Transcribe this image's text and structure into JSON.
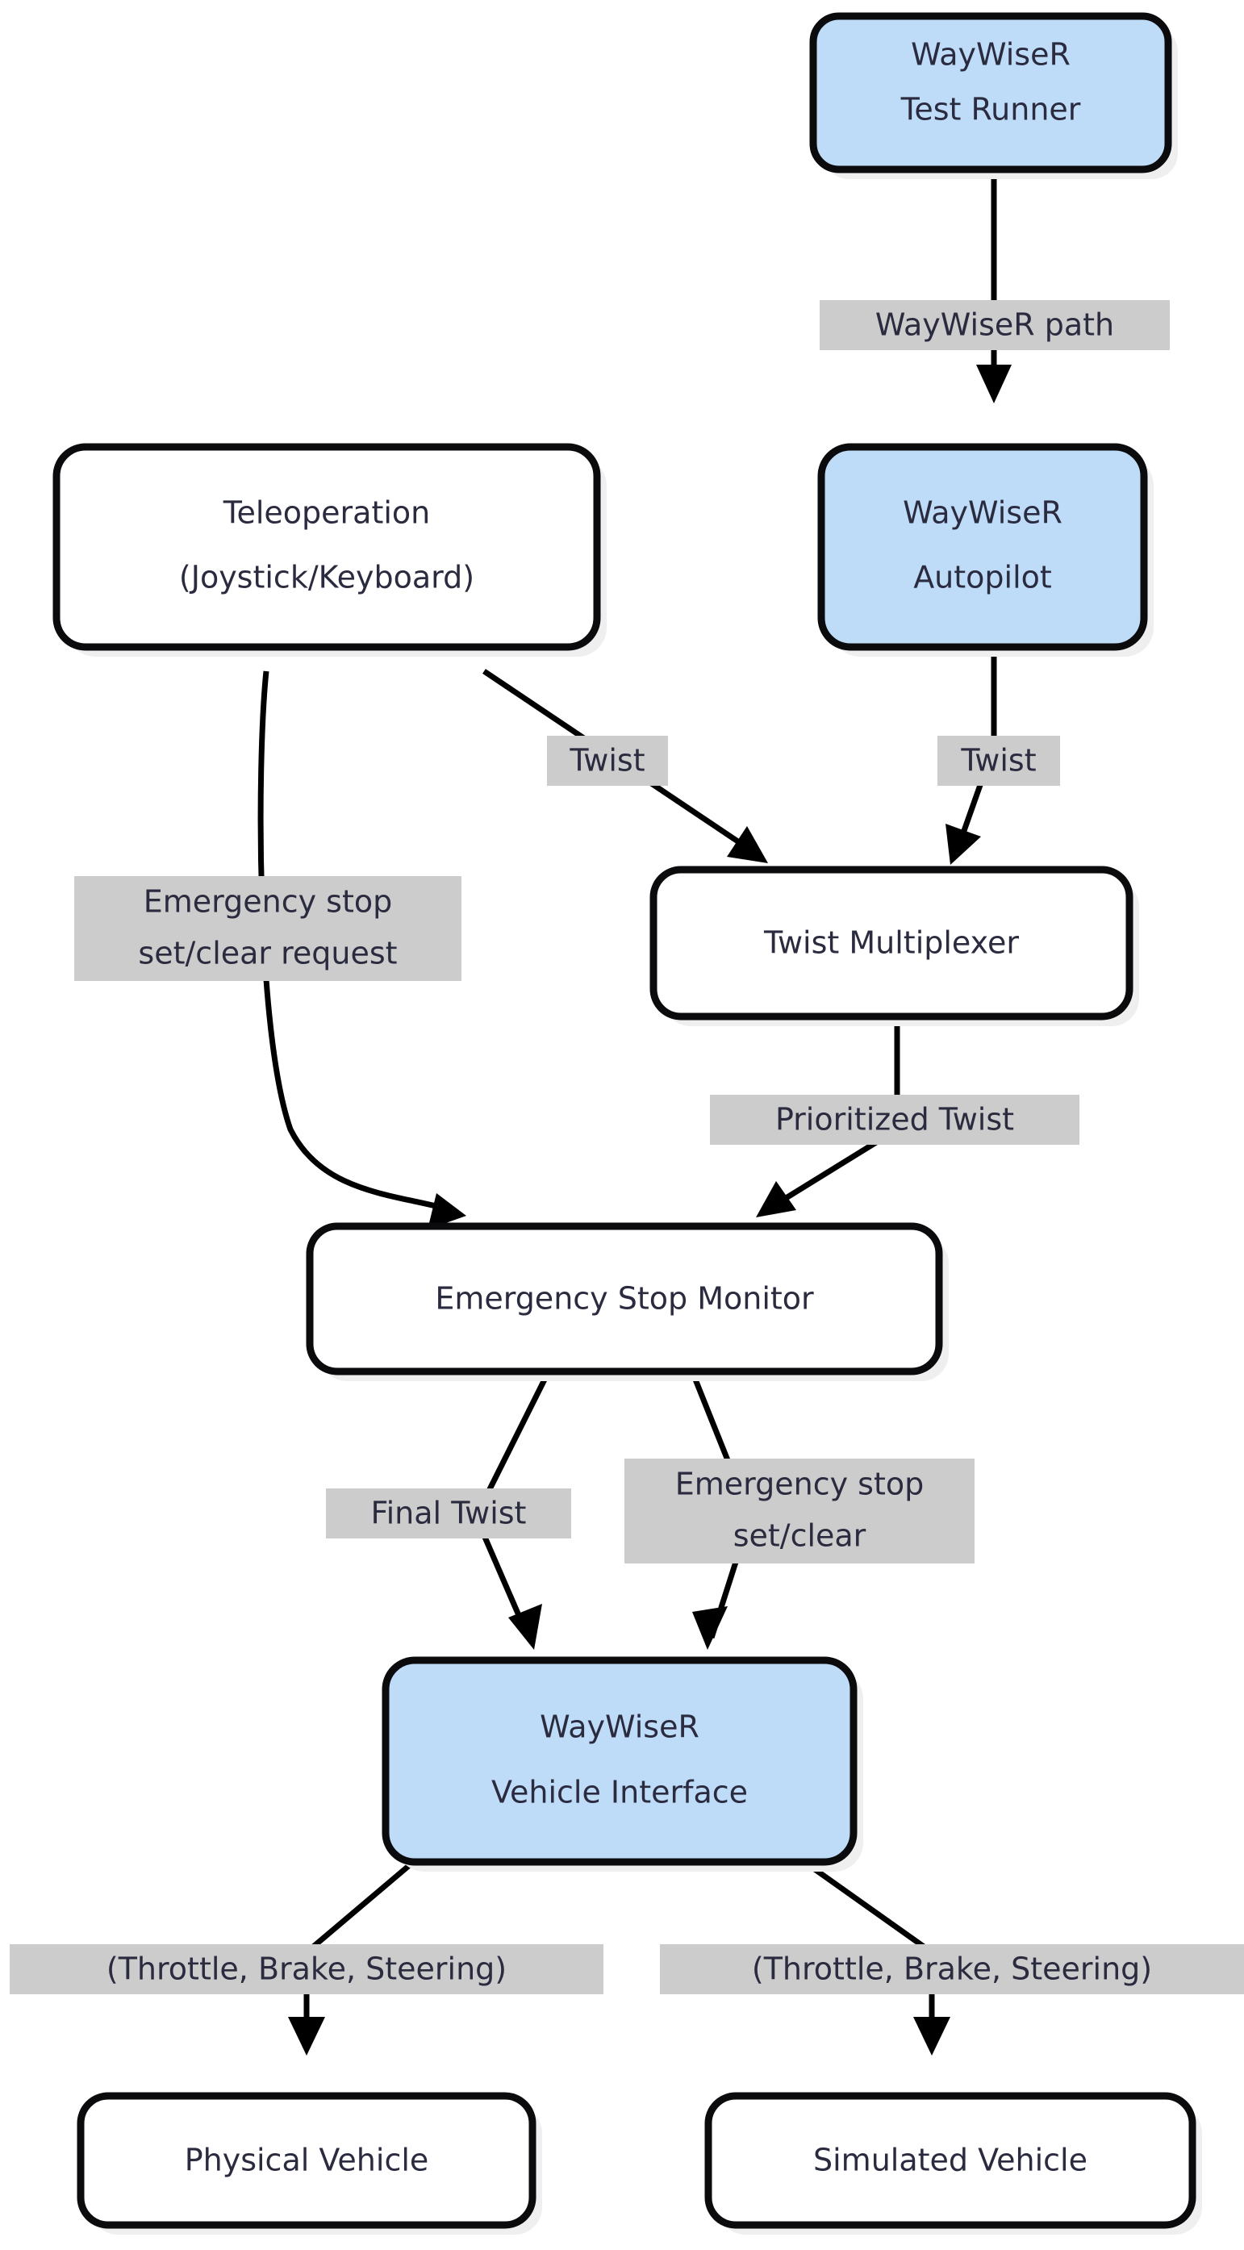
{
  "diagram": {
    "type": "flowchart",
    "direction": "top-to-bottom",
    "background_color": "#ffffff",
    "node_border_color": "#0b0b0d",
    "node_text_color": "#2b2b40",
    "accent_fill": "#bedcf8",
    "plain_fill": "#ffffff",
    "edge_label_bg": "#cccccc",
    "edge_color": "#000000",
    "nodes": [
      {
        "id": "test-runner",
        "label_line1": "WayWiseR",
        "label_line2": "Test Runner",
        "fill": "#bedcf8",
        "style": "accent"
      },
      {
        "id": "teleoperation",
        "label_line1": "Teleoperation",
        "label_line2": "(Joystick/Keyboard)",
        "fill": "#ffffff",
        "style": "plain"
      },
      {
        "id": "autopilot",
        "label_line1": "WayWiseR",
        "label_line2": "Autopilot",
        "fill": "#bedcf8",
        "style": "accent"
      },
      {
        "id": "twist-multiplexer",
        "label_line1": "Twist Multiplexer",
        "label_line2": "",
        "fill": "#ffffff",
        "style": "plain"
      },
      {
        "id": "emergency-stop-monitor",
        "label_line1": "Emergency Stop Monitor",
        "label_line2": "",
        "fill": "#ffffff",
        "style": "plain"
      },
      {
        "id": "vehicle-interface",
        "label_line1": "WayWiseR",
        "label_line2": "Vehicle Interface",
        "fill": "#bedcf8",
        "style": "accent"
      },
      {
        "id": "physical-vehicle",
        "label_line1": "Physical Vehicle",
        "label_line2": "",
        "fill": "#ffffff",
        "style": "plain"
      },
      {
        "id": "simulated-vehicle",
        "label_line1": "Simulated Vehicle",
        "label_line2": "",
        "fill": "#ffffff",
        "style": "plain"
      }
    ],
    "edges": [
      {
        "id": "e1",
        "from": "test-runner",
        "to": "autopilot",
        "label_line1": "WayWiseR path",
        "label_line2": ""
      },
      {
        "id": "e2",
        "from": "teleoperation",
        "to": "twist-multiplexer",
        "label_line1": "Twist",
        "label_line2": ""
      },
      {
        "id": "e3",
        "from": "autopilot",
        "to": "twist-multiplexer",
        "label_line1": "Twist",
        "label_line2": ""
      },
      {
        "id": "e4",
        "from": "teleoperation",
        "to": "emergency-stop-monitor",
        "label_line1": "Emergency stop",
        "label_line2": "set/clear request"
      },
      {
        "id": "e5",
        "from": "twist-multiplexer",
        "to": "emergency-stop-monitor",
        "label_line1": "Prioritized Twist",
        "label_line2": ""
      },
      {
        "id": "e6",
        "from": "emergency-stop-monitor",
        "to": "vehicle-interface",
        "label_line1": "Final Twist",
        "label_line2": ""
      },
      {
        "id": "e7",
        "from": "emergency-stop-monitor",
        "to": "vehicle-interface",
        "label_line1": "Emergency stop",
        "label_line2": "set/clear"
      },
      {
        "id": "e8",
        "from": "vehicle-interface",
        "to": "physical-vehicle",
        "label_line1": "(Throttle, Brake, Steering)",
        "label_line2": ""
      },
      {
        "id": "e9",
        "from": "vehicle-interface",
        "to": "simulated-vehicle",
        "label_line1": "(Throttle, Brake, Steering)",
        "label_line2": ""
      }
    ]
  }
}
